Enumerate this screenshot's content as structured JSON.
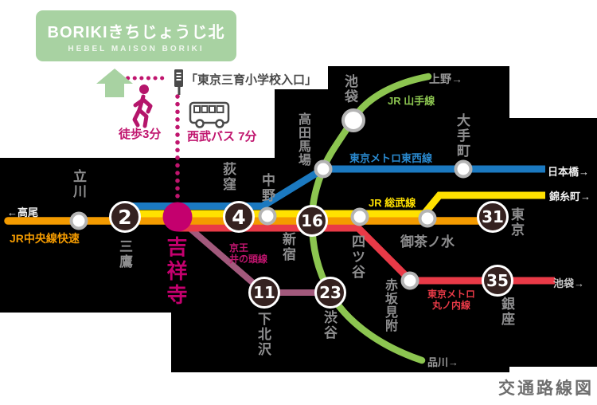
{
  "map_title": "交通路線図",
  "property": {
    "title": "BORIKIきちじょうじ北",
    "subtitle": "HEBEL MAISON BORIKI",
    "card_color": "#a8d2a2"
  },
  "access": {
    "walk_time": "徒歩3分",
    "bus_time": "西武バス 7分",
    "bus_stop_name": "「東京三育小学校入口」",
    "accent_color": "#c0156e"
  },
  "home_station": {
    "name": "吉祥寺",
    "color": "#c4006e"
  },
  "lines": [
    {
      "name": "JR中央線快速",
      "color": "#f49b00"
    },
    {
      "name": "東京メトロ東西線",
      "color": "#1b79c0"
    },
    {
      "name": "JR 総武線",
      "color": "#ffe100"
    },
    {
      "name": "JR 山手線",
      "color": "#8cc550"
    },
    {
      "name": "東京メトロ丸ノ内線",
      "label_line1": "東京メトロ",
      "label_line2": "丸ノ内線",
      "color": "#e93a47"
    },
    {
      "name": "京王井の頭線",
      "label_line1": "京王",
      "label_line2": "井の頭線",
      "color": "#a2597c",
      "label_color": "#c0156e"
    }
  ],
  "numbered_stations": [
    {
      "name": "三鷹",
      "minutes": "2"
    },
    {
      "name": "荻窪",
      "minutes": "4"
    },
    {
      "name": "新宿",
      "minutes": "16"
    },
    {
      "name": "東京",
      "minutes": "31"
    },
    {
      "name": "下北沢",
      "minutes": "11"
    },
    {
      "name": "渋谷",
      "minutes": "23"
    },
    {
      "name": "銀座",
      "minutes": "35"
    }
  ],
  "other_stations": [
    "立川",
    "中野",
    "高田馬場",
    "池袋",
    "四ツ谷",
    "御茶ノ水",
    "大手町",
    "赤坂見附"
  ],
  "destinations": {
    "takao": "←高尾",
    "ueno": "上野→",
    "nihombashi": "日本橋→",
    "kinshicho": "錦糸町→",
    "ikebukuro": "池袋→",
    "shinagawa": "品川→"
  }
}
